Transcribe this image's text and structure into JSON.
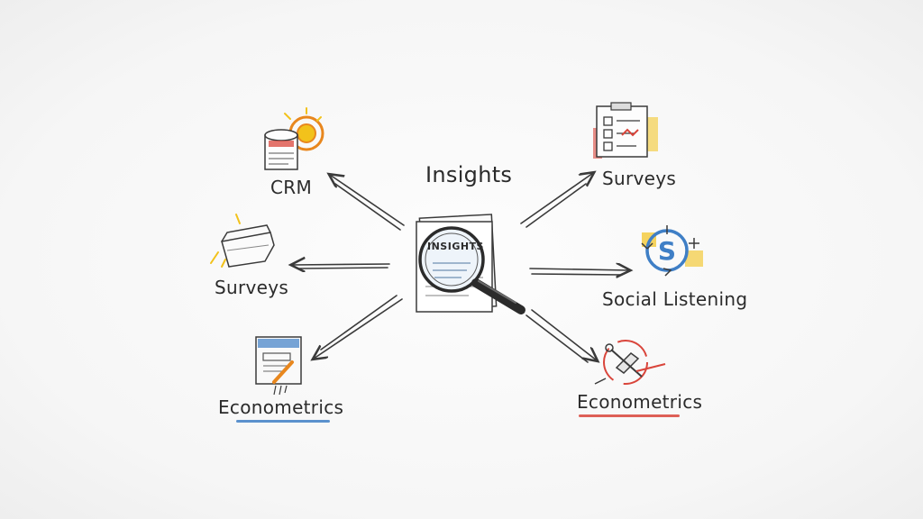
{
  "title": "Insights",
  "center_doc_text": "INSIGHTS",
  "nodes": {
    "crm": "CRM",
    "surveys_left": "Surveys",
    "econometrics_left": "Econometrics",
    "surveys_right": "Surveys",
    "social_listening": "Social Listening",
    "econometrics_right": "Econometrics"
  },
  "colors": {
    "ink": "#2b2b2b",
    "yellow": "#f2c21b",
    "orange": "#e8871e",
    "red": "#d9453b",
    "blue": "#3f7fc6"
  },
  "icons": {
    "crm": "database-sun-icon",
    "surveys_left": "tray-icon",
    "econometrics_left": "document-pen-icon",
    "surveys_right": "clipboard-checklist-icon",
    "social_listening": "dollar-cycle-icon",
    "econometrics_right": "tools-chart-icon",
    "center": "magnifier-document-icon"
  }
}
